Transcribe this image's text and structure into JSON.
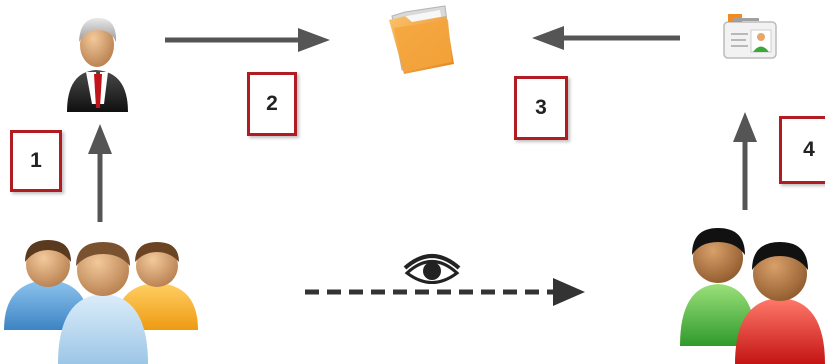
{
  "diagram": {
    "steps": [
      {
        "label": "1"
      },
      {
        "label": "2"
      },
      {
        "label": "3"
      },
      {
        "label": "4"
      }
    ],
    "icons": [
      "businessman-icon",
      "folder-icon",
      "id-card-icon",
      "user-group-icon",
      "user-pair-icon",
      "eye-icon"
    ],
    "colors": {
      "arrow": "#555555",
      "badge_border": "#b01c22",
      "folder": "#f0a03a",
      "group_blue": "#4a90d0",
      "group_orange": "#f5a623",
      "pair_green": "#3caa3c",
      "pair_red": "#d42020"
    }
  }
}
